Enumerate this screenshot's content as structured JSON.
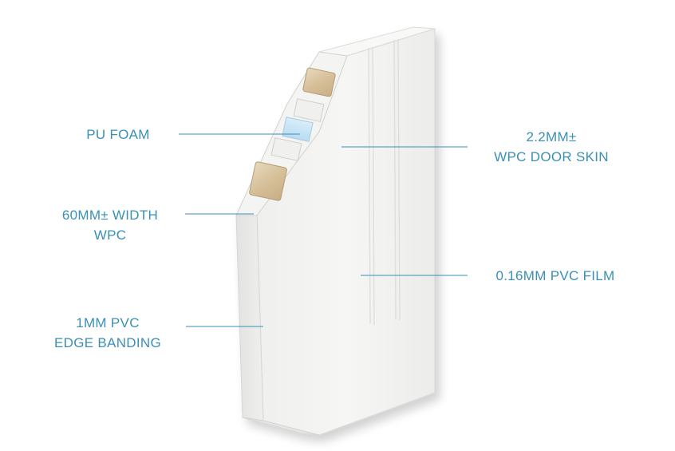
{
  "callouts": {
    "pu_foam": {
      "lines": [
        "PU FOAM"
      ]
    },
    "wpc_width": {
      "lines": [
        "60MM± WIDTH",
        "WPC"
      ]
    },
    "edge_banding": {
      "lines": [
        "1MM PVC",
        "EDGE BANDING"
      ]
    },
    "door_skin": {
      "lines": [
        "2.2MM±",
        "WPC DOOR SKIN"
      ]
    },
    "pvc_film": {
      "lines": [
        "0.16MM PVC FILM"
      ]
    }
  },
  "colors": {
    "label_text": "#3a8fb7",
    "leader_line": "#3a8fb7",
    "door_face": "#f3f3f2",
    "door_edge": "#ecebea",
    "door_top": "#f7f7f6",
    "pu_foam": "#c9e4f5",
    "wood_block": "#dcc9a8"
  }
}
